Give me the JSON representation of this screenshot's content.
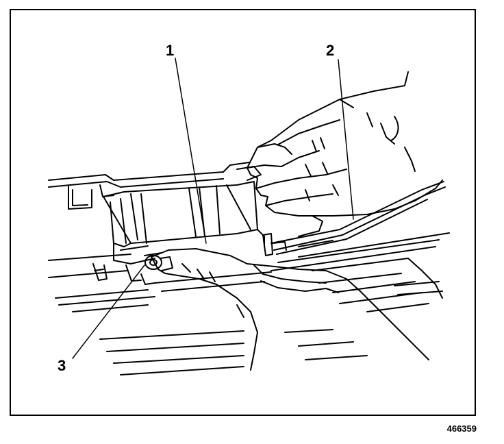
{
  "callouts": [
    {
      "label": "1"
    },
    {
      "label": "2"
    },
    {
      "label": "3"
    }
  ],
  "figure_id": "466359"
}
